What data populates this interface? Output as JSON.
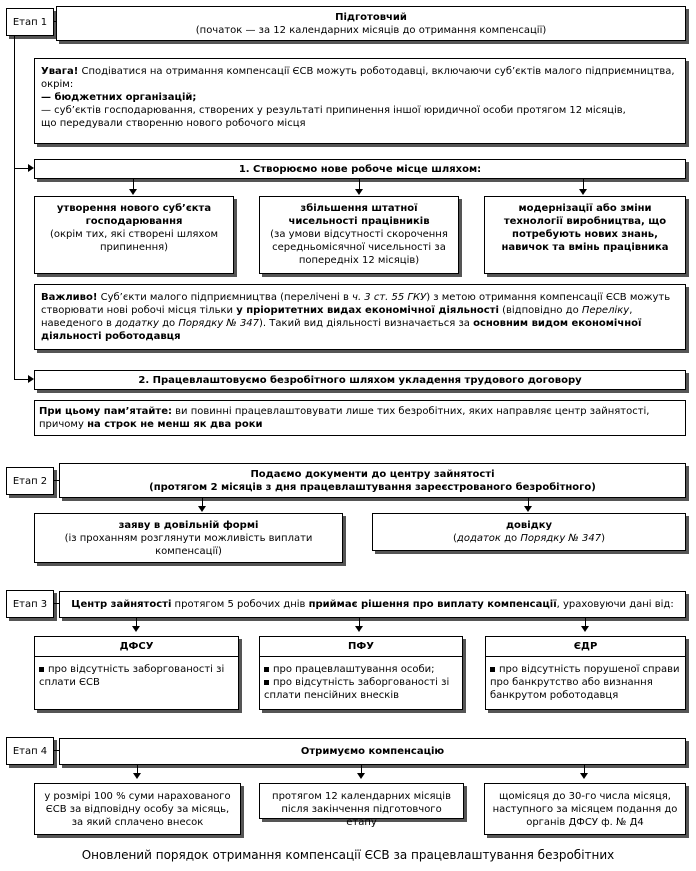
{
  "stage1": {
    "label": "Етап 1",
    "title": "Підготовчий",
    "subtitle": "(початок — за 12 календарних місяців до отримання компенсації)",
    "warning": {
      "lead": "Увага!",
      "text": " Сподіватися на отримання компенсації ЄСВ можуть роботодавці, включаючи суб’єктів малого підприємництва, окрім:",
      "item1": "— бюджетних організацій;",
      "item2a": "— суб’єктів господарювання, створених у результаті припинення іншої юридичної особи протягом 12 місяців,",
      "item2b": "що передували створенню нового робочого місця"
    },
    "step1": "1. Створюємо нове робоче місце шляхом:",
    "way1": {
      "main": "утворення нового суб’єкта господарювання",
      "note": "(окрім тих, які створені шляхом припинення)"
    },
    "way2": {
      "main": "збільшення штатної чисельності працівників",
      "note": "(за умови відсутності скорочення середньомісячної чисельності за попередніх 12 місяців)"
    },
    "way3": {
      "main": "модернізації або зміни технології виробництва, що потребують нових знань, навичок та вмінь працівника"
    },
    "important": {
      "lead": "Важливо!",
      "p1": " Суб’єкти малого підприємництва (перелічені в ",
      "p1i": "ч. 3 ст. 55 ГКУ",
      "p2": ") з метою отримання компенсації ЄСВ можуть створювати нові робочі місця тільки ",
      "p2b": "у пріоритетних видах економічної діяльності",
      "p3": " (відповідно до ",
      "p3i": "Переліку",
      "p4": ", наведеного в ",
      "p4i": "додатку",
      "p5": " до ",
      "p5i": "Порядку № 347",
      "p6": "). Такий вид діяльності визначається за ",
      "p6b": "основним видом економічної діяльності роботодавця"
    },
    "step2": "2. Працевлаштовуємо безробітного шляхом укладення трудового договору",
    "remember": {
      "lead": "При цьому пам’ятайте:",
      "p1": " ви повинні працевлаштовувати лише тих безробітних, яких направляє центр зайнятості, причому ",
      "p1b": "на строк не менш як два роки"
    }
  },
  "stage2": {
    "label": "Етап 2",
    "title": "Подаємо документи до центру зайнятості",
    "subtitle": "(протягом 2 місяців з дня працевлаштування зареєстрованого безробітного)",
    "doc1": {
      "main": "заяву в довільній формі",
      "note": "(із проханням розглянути можливість виплати компенсації)"
    },
    "doc2": {
      "main": "довідку",
      "note_open": "(",
      "note_i": "додаток",
      "note_mid": " до ",
      "note_i2": "Порядку № 347",
      "note_close": ")"
    }
  },
  "stage3": {
    "label": "Етап 3",
    "text_a": "Центр зайнятості",
    "text_b": " протягом 5 робочих днів ",
    "text_c": "приймає рішення про виплату компенсації",
    "text_d": ", ураховуючи дані від:",
    "src1": {
      "title": "ДФСУ",
      "items": [
        "про відсутність заборгованості зі сплати ЄСВ"
      ]
    },
    "src2": {
      "title": "ПФУ",
      "items": [
        "про працевлаштування особи;",
        "про відсутність заборгованості зі сплати пенсійних внесків"
      ]
    },
    "src3": {
      "title": "ЄДР",
      "items": [
        "про відсутність порушеної справи про банкрутство або визнання банкрутом роботодавця"
      ]
    }
  },
  "stage4": {
    "label": "Етап 4",
    "title": "Отримуємо компенсацію",
    "c1": "у розмірі 100 % суми нарахованого ЄСВ за відповідну особу за місяць, за який сплачено внесок",
    "c2": "протягом 12 календарних місяців після закінчення підготовчого етапу",
    "c3": "щомісяця до 30-го числа місяця, наступного за місяцем подання до органів ДФСУ ф. № Д4"
  },
  "caption": "Оновлений порядок отримання компенсації ЄСВ за працевлаштування безробітних"
}
